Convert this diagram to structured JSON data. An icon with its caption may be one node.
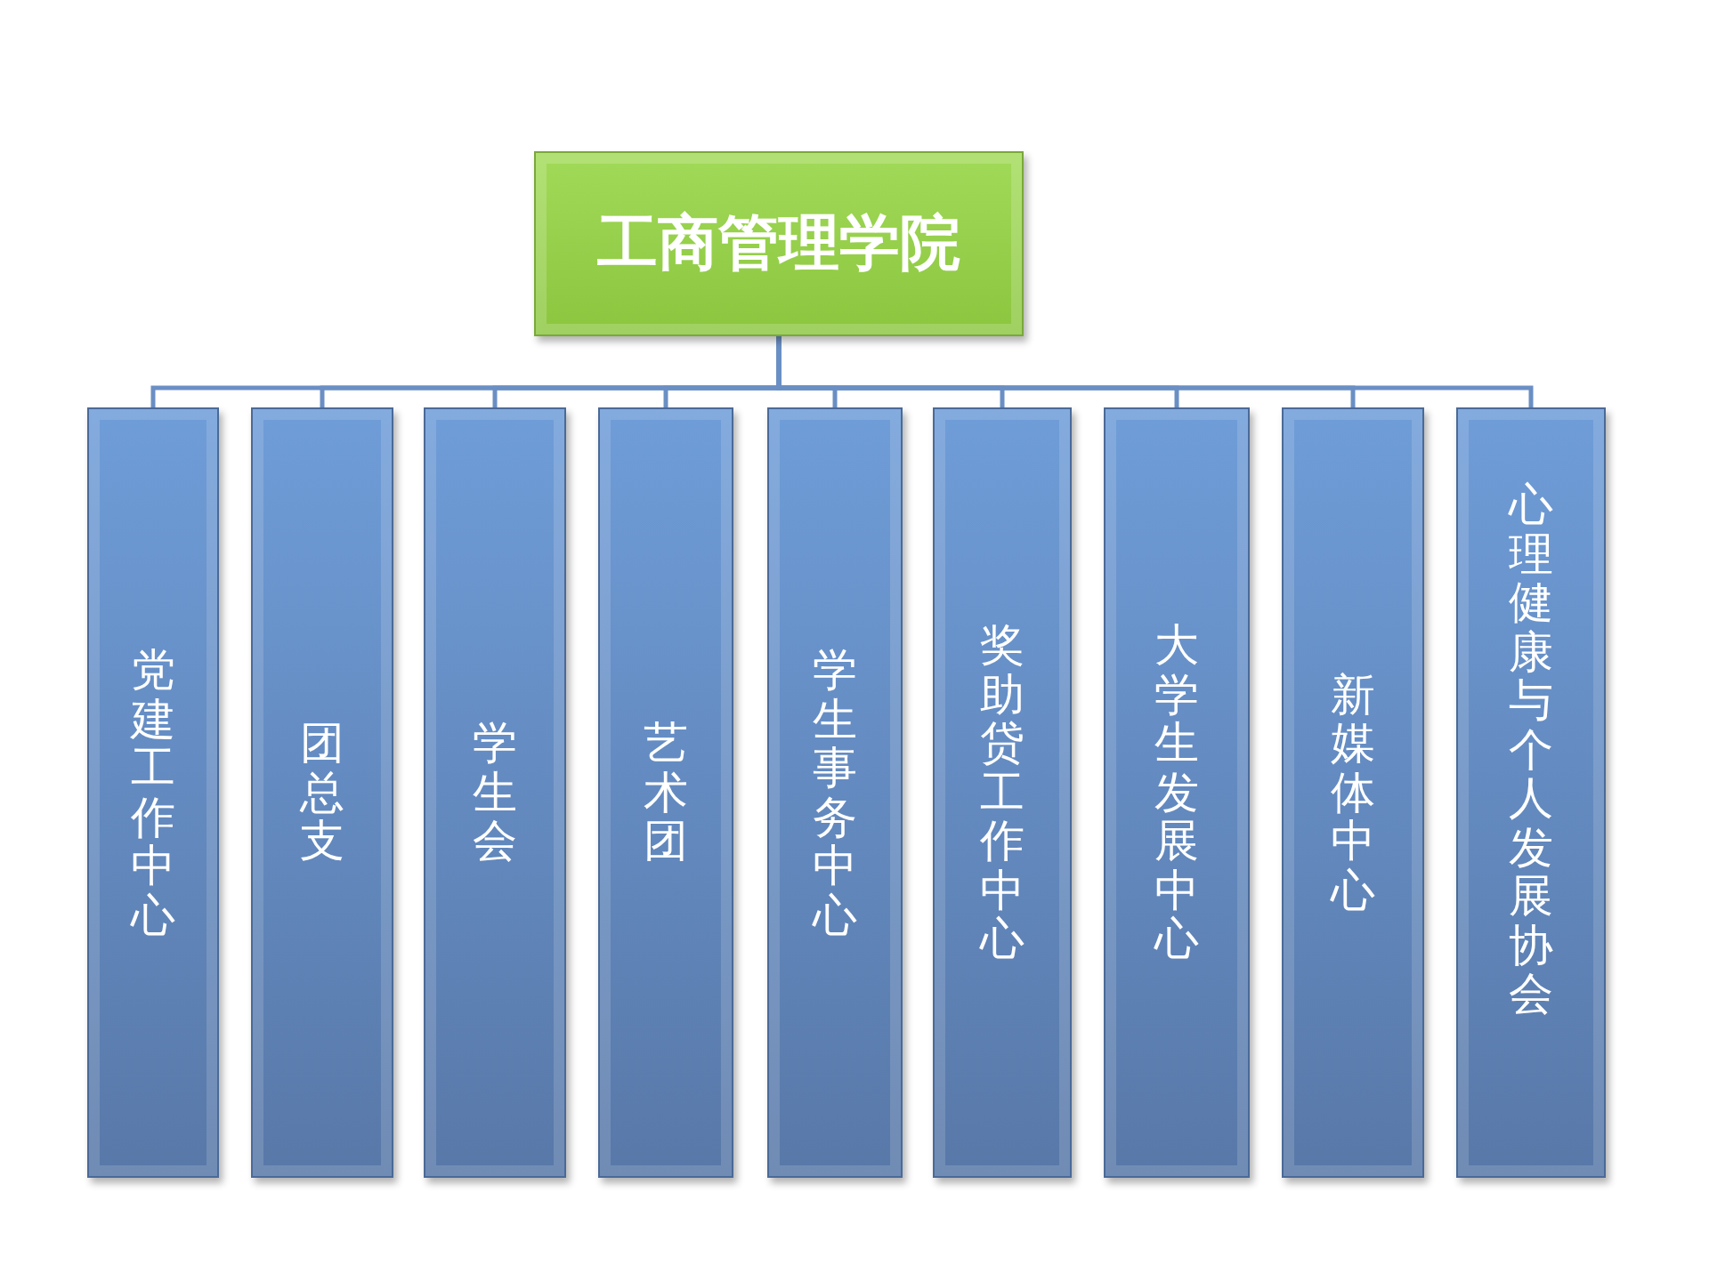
{
  "diagram": {
    "nodes": [
      {
        "text": [
          "工商管理学院"
        ]
      },
      {
        "text": [
          "党建工作中心"
        ]
      },
      {
        "text": [
          "团总支"
        ]
      },
      {
        "text": [
          "学生会"
        ]
      },
      {
        "text": [
          "艺术团"
        ]
      },
      {
        "text": [
          "学生事务中心"
        ]
      },
      {
        "text": [
          "奖助贷工作中心"
        ]
      },
      {
        "text": [
          "大学生发展中心"
        ]
      },
      {
        "text": [
          "新媒体中心"
        ]
      },
      {
        "text": [
          "心理健康与个人发展协会"
        ]
      }
    ],
    "edges": [
      {
        "from": 0,
        "to": 1,
        "arrow": "none"
      },
      {
        "from": 0,
        "to": 2,
        "arrow": "none"
      },
      {
        "from": 0,
        "to": 3,
        "arrow": "none"
      },
      {
        "from": 0,
        "to": 4,
        "arrow": "none"
      },
      {
        "from": 0,
        "to": 5,
        "arrow": "none"
      },
      {
        "from": 0,
        "to": 6,
        "arrow": "none"
      },
      {
        "from": 0,
        "to": 7,
        "arrow": "none"
      },
      {
        "from": 0,
        "to": 8,
        "arrow": "none"
      },
      {
        "from": 0,
        "to": 9,
        "arrow": "none"
      }
    ]
  }
}
